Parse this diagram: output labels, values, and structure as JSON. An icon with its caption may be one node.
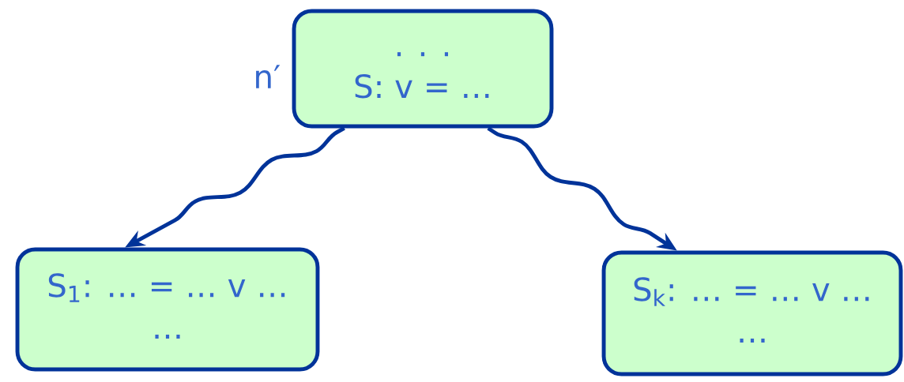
{
  "diagram": {
    "nodes": [
      {
        "text": [
          ". . .",
          "S:  v  =  …"
        ],
        "beside": [
          "n′"
        ]
      },
      {
        "text": [
          "S$_{1}$: … = … v …",
          "…"
        ]
      },
      {
        "text": [
          "S$_{k}$: … = … v …",
          "…"
        ]
      }
    ],
    "edges": [
      {
        "from": 0,
        "to": 1,
        "arrow": "to"
      },
      {
        "from": 0,
        "to": 2,
        "arrow": "to"
      }
    ]
  }
}
